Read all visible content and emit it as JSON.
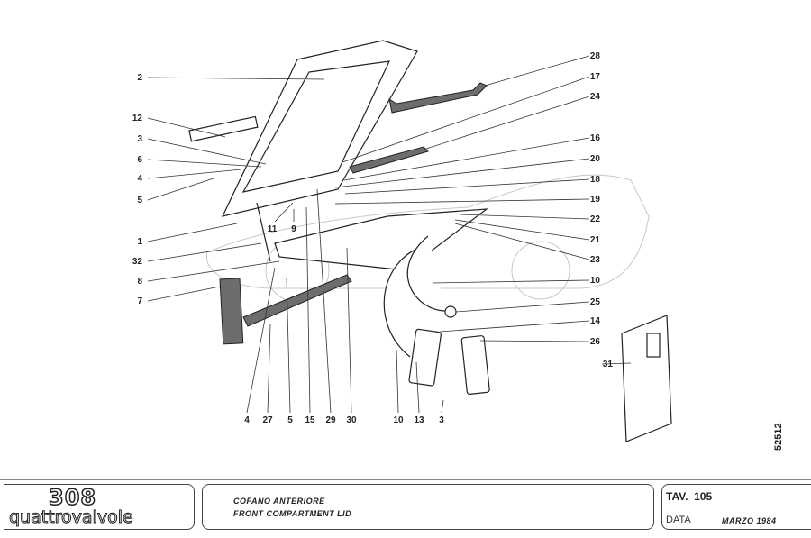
{
  "diagram": {
    "callouts_left": [
      "2",
      "12",
      "3",
      "6",
      "4",
      "5",
      "1",
      "32",
      "8",
      "7"
    ],
    "callouts_right": [
      "28",
      "17",
      "24",
      "16",
      "20",
      "18",
      "19",
      "22",
      "21",
      "23",
      "10",
      "25",
      "14",
      "26",
      "31"
    ],
    "callouts_bottom": [
      "4",
      "27",
      "5",
      "15",
      "29",
      "30",
      "10",
      "13",
      "3"
    ],
    "callouts_inner": [
      "11",
      "9"
    ],
    "doc_number": "52512"
  },
  "title_block": {
    "logo_model": "308",
    "logo_name": "quattrovalvole",
    "title_it": "COFANO ANTERIORE",
    "title_en": "FRONT COMPARTMENT LID",
    "table_label": "TAV.",
    "table_number": "105",
    "date_label": "DATA",
    "date_value": "MARZO 1984"
  }
}
